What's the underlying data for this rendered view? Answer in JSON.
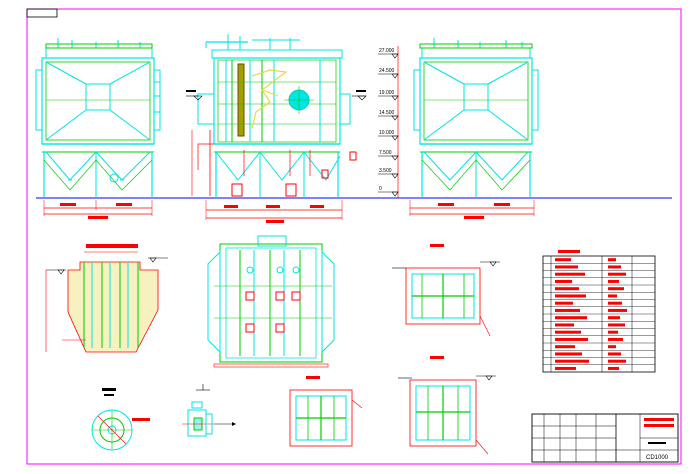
{
  "drawing": {
    "title_block_code": "CD1000",
    "elevation_markers": [
      "27.000",
      "24.500",
      "19.000",
      "14.500",
      "10.000",
      "7.500",
      "3.500",
      "0"
    ],
    "colors": {
      "background": "#ffffff",
      "border": "#ff00ff",
      "equipment": "#00e5e5",
      "structure": "#00cc00",
      "dimension": "#ff0000",
      "hidden": "#0000ff",
      "annotation": "#000000",
      "ash": "#e8d84a"
    }
  }
}
